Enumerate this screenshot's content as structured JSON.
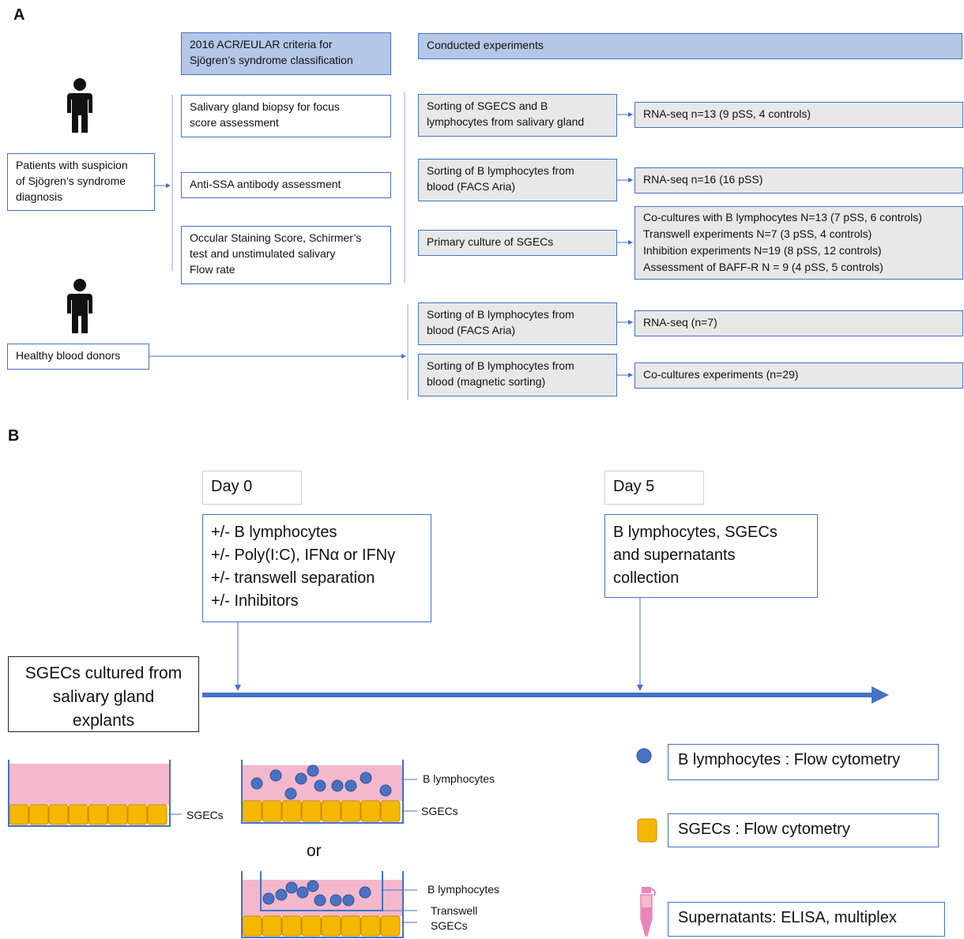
{
  "panel_a": {
    "letter": "A",
    "header_criteria": [
      "2016 ACR/EULAR criteria for",
      "Sjögren’s syndrome classification"
    ],
    "header_experiments": "Conducted experiments",
    "patients_box": [
      "Patients with suspicion",
      "of Sjögren’s syndrome",
      "diagnosis"
    ],
    "healthy_box": "Healthy blood donors",
    "criteria": [
      [
        "Salivary gland biopsy for focus",
        "score assessment"
      ],
      [
        "Anti-SSA antibody assessment"
      ],
      [
        "Occular Staining Score, Schirmer’s",
        "test and unstimulated salivary",
        "Flow rate"
      ]
    ],
    "experiments": [
      [
        "Sorting of SGECS and B",
        "lymphocytes from salivary gland"
      ],
      [
        "Sorting of B lymphocytes from",
        "blood (FACS Aria)"
      ],
      [
        "Primary culture of SGECs"
      ],
      [
        "Sorting of B lymphocytes from",
        "blood (FACS Aria)"
      ],
      [
        "Sorting of B lymphocytes from",
        "blood (magnetic sorting)"
      ]
    ],
    "results": [
      [
        "RNA-seq n=13 (9 pSS, 4 controls)"
      ],
      [
        "RNA-seq n=16 (16 pSS)"
      ],
      [
        "Co-cultures with B lymphocytes N=13 (7 pSS, 6 controls)",
        "Transwell experiments N=7 (3 pSS, 4 controls)",
        "Inhibition experiments N=19 (8 pSS, 12 controls)",
        "Assessment of BAFF-R N = 9 (4 pSS, 5 controls)"
      ],
      [
        "RNA-seq (n=7)"
      ],
      [
        "Co-cultures experiments (n=29)"
      ]
    ]
  },
  "panel_b": {
    "letter": "B",
    "day0_label": "Day 0",
    "day5_label": "Day 5",
    "day0_items": [
      "+/- B lymphocytes",
      "+/- Poly(I:C), IFNα or IFNγ",
      "+/- transwell separation",
      "+/- Inhibitors"
    ],
    "day5_items": [
      "B lymphocytes, SGECs",
      "and supernatants",
      "collection"
    ],
    "sgecs_source": [
      "SGECs cultured from",
      "salivary gland",
      "explants"
    ],
    "well_labels": {
      "sgecs": "SGECs",
      "b_lymphocytes": "B lymphocytes",
      "transwell": "Transwell",
      "or": "or"
    },
    "legend": [
      {
        "icon": "blue-circle-icon",
        "text": "B lymphocytes : Flow cytometry"
      },
      {
        "icon": "yellow-cell-icon",
        "text": "SGECs : Flow cytometry"
      },
      {
        "icon": "tube-icon",
        "text": "Supernatants: ELISA, multiplex"
      }
    ],
    "colors": {
      "medium": "#f4b8cc",
      "cell": "#f5b800",
      "cell_border": "#c98a00",
      "lymphocyte": "#4a72c4",
      "arrow": "#4472c4",
      "tube": "#e884b8"
    }
  }
}
